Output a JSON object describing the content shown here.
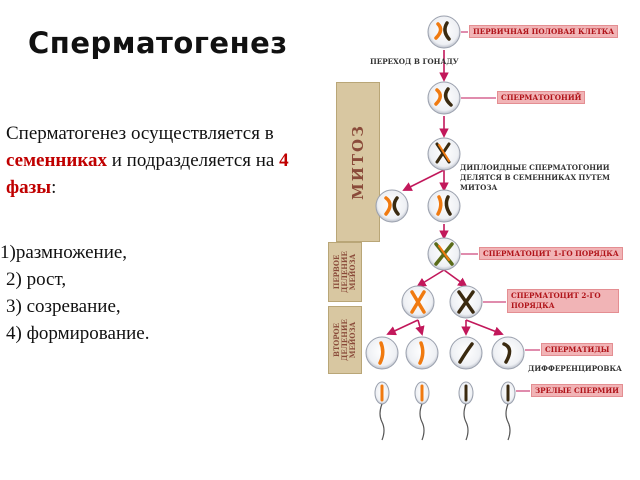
{
  "slide": {
    "title": "Сперматогенез",
    "intro_1": "Сперматогенез осуществляется в ",
    "intro_red": "семенниках",
    "intro_2": " и подразделяется на ",
    "intro_phases": "4 фазы",
    "intro_3": ":",
    "phases": [
      "1)размножение,",
      "2) рост,",
      "3) созревание,",
      "4) формирование."
    ]
  },
  "diagram": {
    "side_labels": {
      "mitosis": "МИТОЗ",
      "first_division": "ПЕРВОЕ ДЕЛЕНИЕ МЕЙОЗА",
      "second_division": "ВТОРОЕ ДЕЛЕНИЕ МЕЙОЗА"
    },
    "tags": {
      "primary_cell": "ПЕРВИЧНАЯ ПОЛОВАЯ КЛЕТКА",
      "spermatogonium": "СПЕРМАТОГОНИЙ",
      "spermatocyte_1": "СПЕРМАТОЦИТ 1-ГО ПОРЯДКА",
      "spermatocyte_2": "СПЕРМАТОЦИТ 2-ГО ПОРЯДКА",
      "spermatids": "СПЕРМАТИДЫ",
      "mature_sperm": "ЗРЕЛЫЕ СПЕРМИИ"
    },
    "notes": {
      "to_gonad": "ПЕРЕХОД В ГОНАДУ",
      "diploid": "ДИПЛОИДНЫЕ СПЕРМАТОГОНИИ ДЕЛЯТСЯ В СЕМЕННИКАХ ПУТЕМ МИТОЗА",
      "differentiation": "ДИФФЕРЕНЦИРОВКА"
    },
    "colors": {
      "panel_fill": "#d8c7a1",
      "tag_fill": "#f1b4b6",
      "tag_text": "#b01319",
      "arrow": "#c2185b",
      "chromosome_orange": "#f07a10",
      "chromosome_dark": "#3a2a10",
      "chromosome_green": "#5a6b1a"
    }
  }
}
